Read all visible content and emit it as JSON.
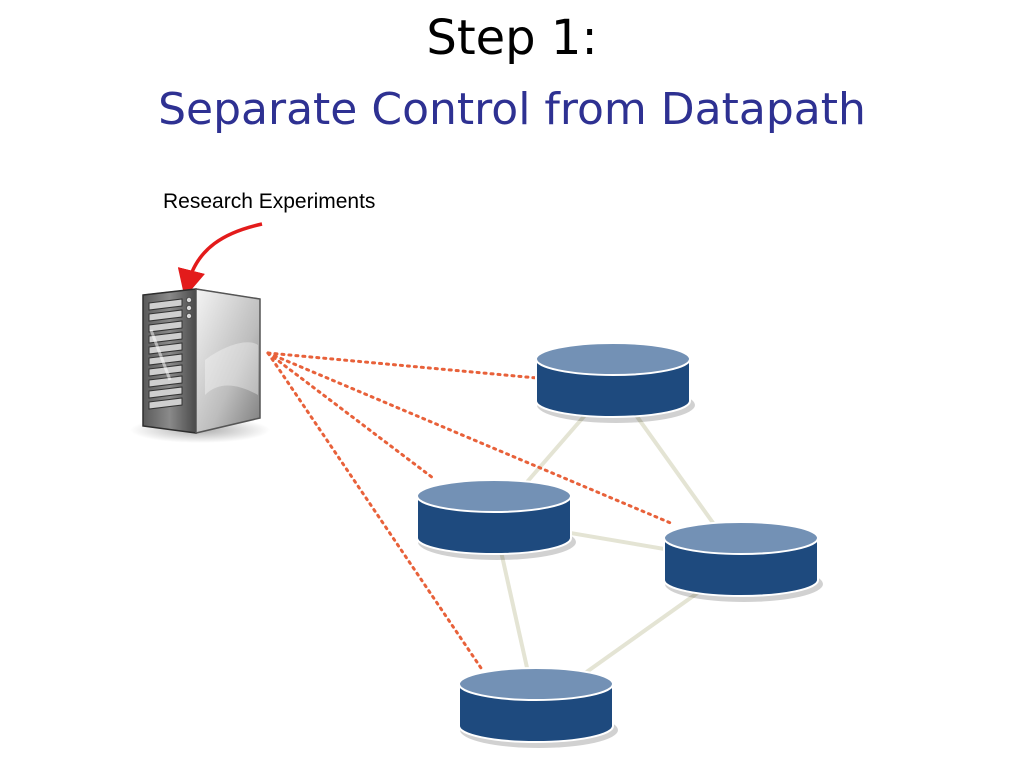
{
  "slide": {
    "title": "Step 1:",
    "subtitle": "Separate Control from Datapath",
    "annotation": "Research Experiments"
  },
  "colors": {
    "title": "#000000",
    "subtitle": "#2e3192",
    "arrow": "#e31b1b",
    "control_links": "#e8613a",
    "data_links": "#e4e4d4",
    "switch_body": "#1e4a7e",
    "switch_top": "#7391b5"
  },
  "icons": {
    "controller": "server-icon",
    "switch": "switch-cylinder-icon"
  },
  "nodes": [
    {
      "id": "controller",
      "kind": "server"
    },
    {
      "id": "switch-top",
      "kind": "switch"
    },
    {
      "id": "switch-left",
      "kind": "switch"
    },
    {
      "id": "switch-right",
      "kind": "switch"
    },
    {
      "id": "switch-bottom",
      "kind": "switch"
    }
  ],
  "data_links": [
    [
      "switch-top",
      "switch-left"
    ],
    [
      "switch-top",
      "switch-right"
    ],
    [
      "switch-left",
      "switch-right"
    ],
    [
      "switch-left",
      "switch-bottom"
    ],
    [
      "switch-right",
      "switch-bottom"
    ]
  ],
  "control_links": [
    [
      "controller",
      "switch-top"
    ],
    [
      "controller",
      "switch-left"
    ],
    [
      "controller",
      "switch-right"
    ],
    [
      "controller",
      "switch-bottom"
    ]
  ]
}
